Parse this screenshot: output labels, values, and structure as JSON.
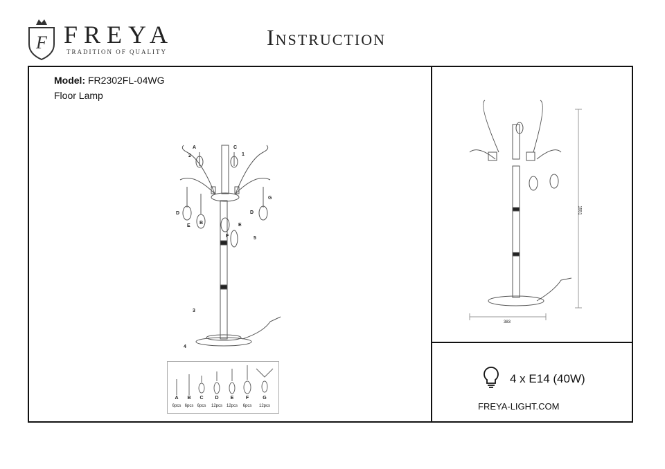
{
  "header": {
    "brand": "FREYA",
    "tagline": "TRADITION OF QUALITY",
    "logo_letter": "F",
    "title": "Instruction"
  },
  "product": {
    "model_label": "Model:",
    "model": "FR2302FL-04WG",
    "type": "Floor Lamp"
  },
  "diagram_labels": [
    "A",
    "2",
    "C",
    "1",
    "D",
    "E",
    "B",
    "F",
    "E",
    "D",
    "G",
    "5",
    "3",
    "4"
  ],
  "parts": [
    {
      "id": "A",
      "qty": "6pcs"
    },
    {
      "id": "B",
      "qty": "6pcs"
    },
    {
      "id": "C",
      "qty": "6pcs"
    },
    {
      "id": "D",
      "qty": "12pcs"
    },
    {
      "id": "E",
      "qty": "12pcs"
    },
    {
      "id": "F",
      "qty": "6pcs"
    },
    {
      "id": "G",
      "qty": "12pcs"
    }
  ],
  "dimensions": {
    "height": "1551",
    "width": "383"
  },
  "spec": {
    "bulbs": "4 x E14 (40W)",
    "website": "FREYA-LIGHT.COM"
  }
}
